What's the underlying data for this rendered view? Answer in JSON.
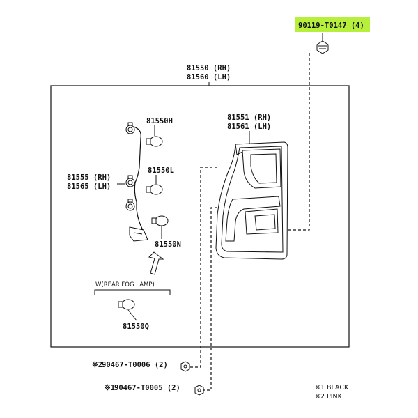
{
  "parts": {
    "screw_top": "90119-T0147 (4)",
    "lamp_assy_rh": "81550 (RH)",
    "lamp_assy_lh": "81560 (LH)",
    "lens_rh": "81551 (RH)",
    "lens_lh": "81561 (LH)",
    "bulb_h": "81550H",
    "bulb_l": "81550L",
    "bulb_n": "81550N",
    "socket_rh": "81555 (RH)",
    "socket_lh": "81565 (LH)",
    "fog_lamp_note": "W(REAR FOG LAMP)",
    "bulb_q": "81550Q",
    "nut_pink_mark": "※2",
    "nut_pink": "90467-T0006 (2)",
    "nut_black_mark": "※1",
    "nut_black": "90467-T0005 (2)"
  },
  "legend": {
    "black": "※1 BLACK",
    "pink": "※2 PINK"
  },
  "colors": {
    "highlight": "#b6f03c",
    "ink": "#111111"
  }
}
